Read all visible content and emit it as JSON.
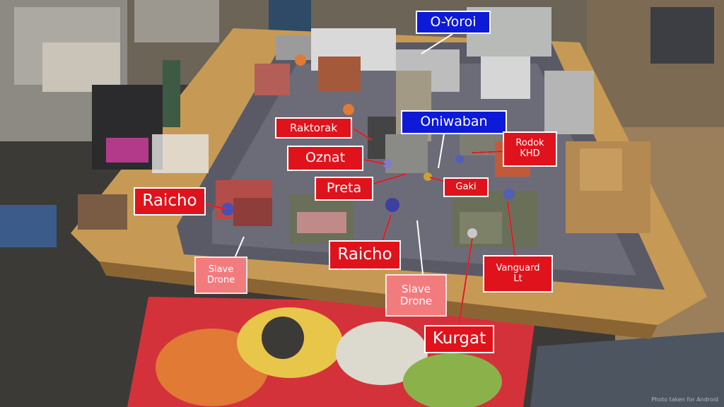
{
  "labels": {
    "o_yoroi": "O-Yoroi",
    "oniwaban": "Oniwaban",
    "raktorak": "Raktorak",
    "oznat": "Oznat",
    "preta": "Preta",
    "gaki": "Gaki",
    "rodok_khd_line1": "Rodok",
    "rodok_khd_line2": "KHD",
    "raicho_left": "Raicho",
    "raicho_center": "Raicho",
    "slave_drone_left_line1": "Slave",
    "slave_drone_left_line2": "Drone",
    "slave_drone_center_line1": "Slave",
    "slave_drone_center_line2": "Drone",
    "vanguard_lt_line1": "Vanguard",
    "vanguard_lt_line2": "Lt",
    "kurgat": "Kurgat"
  },
  "watermark": "Photo taken for Android",
  "colors": {
    "label_red": "#e0121b",
    "label_pink": "#f27b7e",
    "label_blue": "#0d1ad8"
  }
}
